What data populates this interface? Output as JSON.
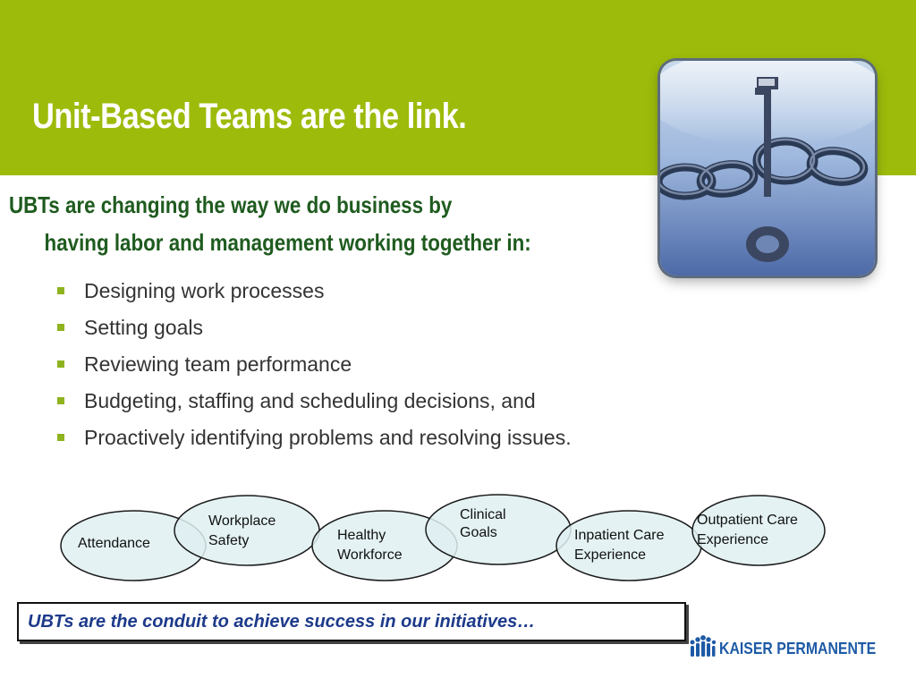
{
  "slide": {
    "title": "Unit-Based Teams are the link.",
    "lead_line1": "UBTs are changing the way we do business  by",
    "lead_line2": "having labor and management working together in:",
    "bullets": [
      "Designing work processes",
      "Setting goals",
      "Reviewing team performance",
      "Budgeting, staffing and scheduling decisions, and",
      "Proactively identifying problems and resolving issues."
    ],
    "ovals": [
      {
        "line1": "Attendance",
        "line2": ""
      },
      {
        "line1": "Workplace",
        "line2": "Safety"
      },
      {
        "line1": "Healthy",
        "line2": "Workforce"
      },
      {
        "line1": "Clinical",
        "line2": "Goals"
      },
      {
        "line1": "Inpatient Care",
        "line2": "Experience"
      },
      {
        "line1": "Outpatient Care",
        "line2": "Experience"
      }
    ],
    "conduit_text": "UBTs are the conduit to achieve success in our initiatives…",
    "logo_text": "KAISER PERMANENTE",
    "colors": {
      "header_green": "#9dbb0b",
      "lead_green": "#1f5b1f",
      "oval_fill": "#dff0f1",
      "conduit_blue": "#1d3a8a",
      "logo_blue": "#1d5aa6"
    },
    "image": "key-through-chain-links-photo"
  }
}
